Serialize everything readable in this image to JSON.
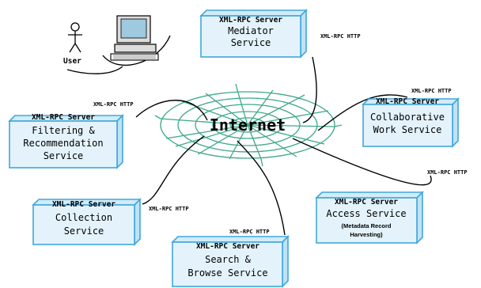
{
  "center": {
    "label": "Internet"
  },
  "user": {
    "label": "User"
  },
  "protocol_labels": {
    "mediator": "XML-RPC HTTP",
    "filtering": "XML-RPC HTTP",
    "collaborative": "XML-RPC HTTP",
    "access": "XML-RPC HTTP",
    "collection": "XML-RPC HTTP",
    "search": "XML-RPC HTTP"
  },
  "servers": {
    "mediator": {
      "header": "XML-RPC Server",
      "lines": [
        "Mediator",
        "Service"
      ]
    },
    "filtering": {
      "header": "XML-RPC Server",
      "lines": [
        "Filtering &",
        "Recommendation",
        "Service"
      ]
    },
    "collaborative": {
      "header": "XML-RPC Server",
      "lines": [
        "Collaborative",
        "Work Service"
      ]
    },
    "collection": {
      "header": "XML-RPC Server",
      "lines": [
        "Collection",
        "Service"
      ]
    },
    "access": {
      "header": "XML-RPC Server",
      "lines": [
        "Access Service"
      ],
      "sub": [
        "(Metadata Record",
        "Harvesting)"
      ]
    },
    "search": {
      "header": "XML-RPC Server",
      "lines": [
        "Search &",
        "Browse Service"
      ]
    }
  }
}
